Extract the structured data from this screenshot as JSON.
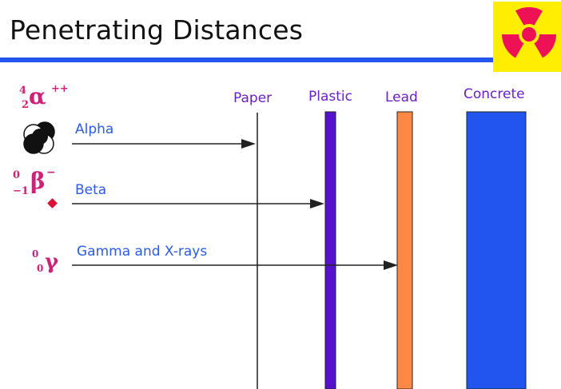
{
  "title": "Penetrating Distances",
  "colors": {
    "title_rule": "#2255ee",
    "badge_bg": "#ffee00",
    "trefoil": "#ee1155",
    "paper": "#555555",
    "plastic": "#5511cc",
    "lead": "#ff8844",
    "concrete": "#2255ee",
    "arrow": "#222222",
    "material_text": "#6a1fc9",
    "particle_text": "#2b5be8",
    "symbol_text": "#cc2277"
  },
  "badge": {
    "icon": "radiation-trefoil-icon"
  },
  "materials": [
    {
      "label": "Paper"
    },
    {
      "label": "Plastic"
    },
    {
      "label": "Lead"
    },
    {
      "label": "Concrete"
    }
  ],
  "particles": [
    {
      "label": "Alpha",
      "stops_at": "Paper",
      "symbol": {
        "main": "α",
        "sup_left": "4",
        "sub_left": "2",
        "charge": "++"
      },
      "icon": "helium-nucleus-icon"
    },
    {
      "label": "Beta",
      "stops_at": "Plastic",
      "symbol": {
        "main": "β",
        "sup_left": "0",
        "sub_left": "−1",
        "charge": "−"
      },
      "icon": "electron-icon"
    },
    {
      "label": "Gamma and X-rays",
      "stops_at": "Lead",
      "symbol": {
        "main": "γ",
        "sup_left": "0",
        "sub_left": "0",
        "charge": ""
      },
      "icon": ""
    }
  ]
}
